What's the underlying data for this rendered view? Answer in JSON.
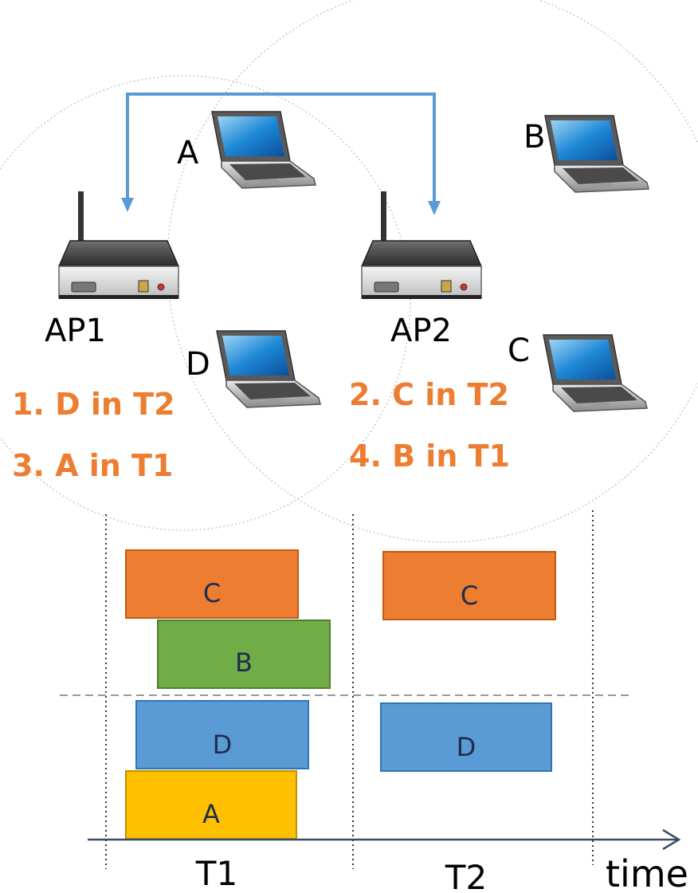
{
  "nodes": {
    "ap1": "AP1",
    "ap2": "AP2",
    "laptop_a": "A",
    "laptop_b": "B",
    "laptop_c": "C",
    "laptop_d": "D"
  },
  "steps": {
    "step1": "1. D in T2",
    "step2": "2. C in T2",
    "step3": "3. A in T1",
    "step4": "4. B in T1"
  },
  "timeline": {
    "slot1": "T1",
    "slot2": "T2",
    "axis_label": "time",
    "blocks": {
      "c_t1": "C",
      "b_t1": "B",
      "d_t1": "D",
      "a_t1": "A",
      "c_t2": "C",
      "d_t2": "D"
    }
  },
  "colors": {
    "orange": "#ED7D31",
    "green": "#70AD47",
    "blue": "#5B9BD5",
    "yellow": "#FFC000",
    "arrow": "#5B9BD5"
  }
}
